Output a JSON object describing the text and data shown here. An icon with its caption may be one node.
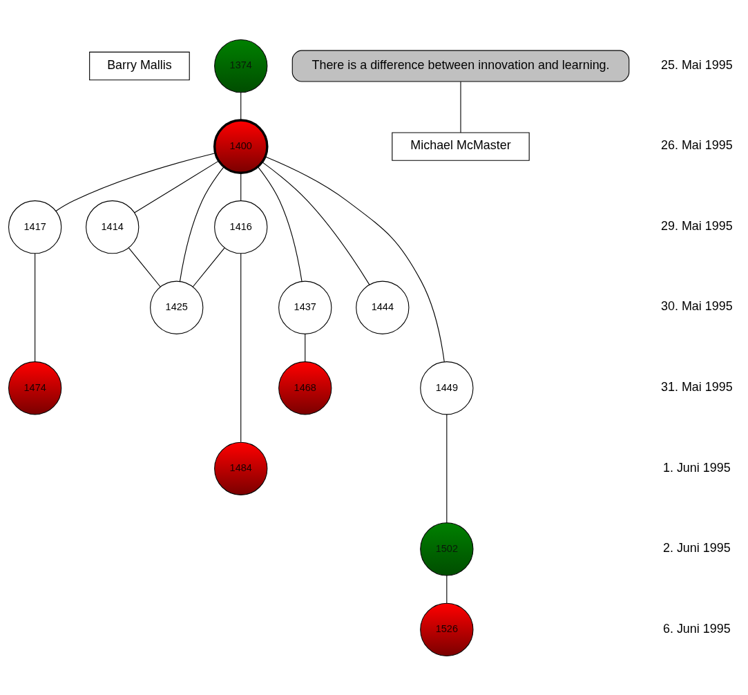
{
  "diagram": {
    "nodes": [
      {
        "text": [
          "Barry Mallis"
        ]
      },
      {
        "text": [
          "1374"
        ]
      },
      {
        "text": [
          "There is a difference between innovation and learning."
        ]
      },
      {
        "text": [
          "Michael McMaster"
        ]
      },
      {
        "text": [
          "1400"
        ]
      },
      {
        "text": [
          "1417"
        ]
      },
      {
        "text": [
          "1414"
        ]
      },
      {
        "text": [
          "1416"
        ]
      },
      {
        "text": [
          "1437"
        ]
      },
      {
        "text": [
          "1444"
        ]
      },
      {
        "text": [
          "1425"
        ]
      },
      {
        "text": [
          "1474"
        ]
      },
      {
        "text": [
          "1468"
        ]
      },
      {
        "text": [
          "1449"
        ]
      },
      {
        "text": [
          "1484"
        ]
      },
      {
        "text": [
          "1502"
        ]
      },
      {
        "text": [
          "1526"
        ]
      }
    ],
    "edges": [
      {
        "from": 1,
        "to": 4,
        "arrow": "none"
      },
      {
        "from": 2,
        "to": 3,
        "arrow": "none"
      },
      {
        "from": 4,
        "to": 5,
        "arrow": "none"
      },
      {
        "from": 4,
        "to": 8,
        "arrow": "none"
      },
      {
        "from": 4,
        "to": 9,
        "arrow": "none"
      },
      {
        "from": 4,
        "to": 13,
        "arrow": "none"
      },
      {
        "from": 4,
        "to": 10,
        "arrow": "none"
      },
      {
        "from": 4,
        "to": 6,
        "arrow": "none"
      },
      {
        "from": 4,
        "to": 7,
        "arrow": "none"
      },
      {
        "from": 6,
        "to": 10,
        "arrow": "none"
      },
      {
        "from": 7,
        "to": 10,
        "arrow": "none"
      },
      {
        "from": 5,
        "to": 11,
        "arrow": "none"
      },
      {
        "from": 8,
        "to": 12,
        "arrow": "none"
      },
      {
        "from": 7,
        "to": 14,
        "arrow": "none"
      },
      {
        "from": 13,
        "to": 15,
        "arrow": "none"
      },
      {
        "from": 15,
        "to": 16,
        "arrow": "none"
      }
    ],
    "labels": [
      "25. Mai 1995",
      "26. Mai 1995",
      "29. Mai 1995",
      "30. Mai 1995",
      "31. Mai 1995",
      "1. Juni 1995",
      "2. Juni 1995",
      "6. Juni 1995"
    ]
  }
}
